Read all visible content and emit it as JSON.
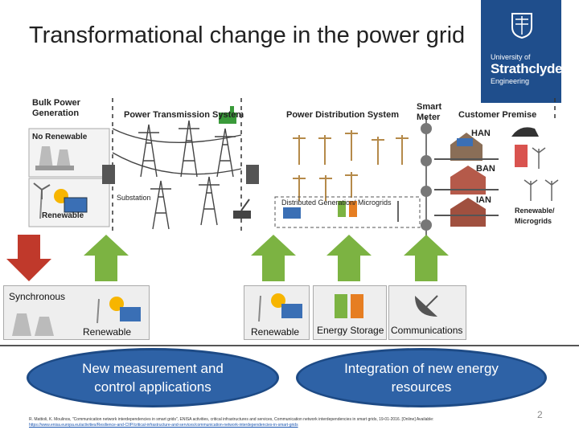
{
  "title": "Transformational change in the power grid",
  "logo": {
    "line1": "University of",
    "line2": "Strathclyde",
    "line3": "Engineering"
  },
  "diagram": {
    "bulk_power": "Bulk Power\nGeneration",
    "no_renewable": "No Renewable",
    "renewable_top": "Renewable",
    "transmission": "Power Transmission System",
    "substation": "Substation",
    "distribution": "Power Distribution System",
    "smart_meter": "Smart\nMeter",
    "customer_premise": "Customer Premise",
    "han": "HAN",
    "ban": "BAN",
    "ian": "IAN",
    "dg_microgrids": "Distributed Generation/ Microgrids",
    "renewable_microgrids": "Renewable/\nMicrogrids"
  },
  "boxes": {
    "synchronous": "Synchronous",
    "renewable_left": "Renewable",
    "renewable_mid": "Renewable",
    "energy_storage": "Energy Storage",
    "communications": "Communications"
  },
  "ovals": {
    "left": "New measurement and control applications",
    "right": "Integration of new energy resources"
  },
  "reference": {
    "text": "R. Mattioli, K. Moulinos, \"Communication network interdependencies in smart grids\", ENISA activities, critical infrastructures and services, Communication network interdependencies in smart grids, 19-01-2016. [Online] Available:",
    "link": "https://www.enisa.europa.eu/activities/Resilience-and-CIIP/critical-infrastructure-and-services/communication-network-interdependencies-in-smart-grids"
  },
  "page_number": "2",
  "colors": {
    "arrow_red": "#c0392b",
    "arrow_green": "#7cb342",
    "oval_blue": "#2e62a6",
    "logo_blue": "#1f4e8c"
  }
}
